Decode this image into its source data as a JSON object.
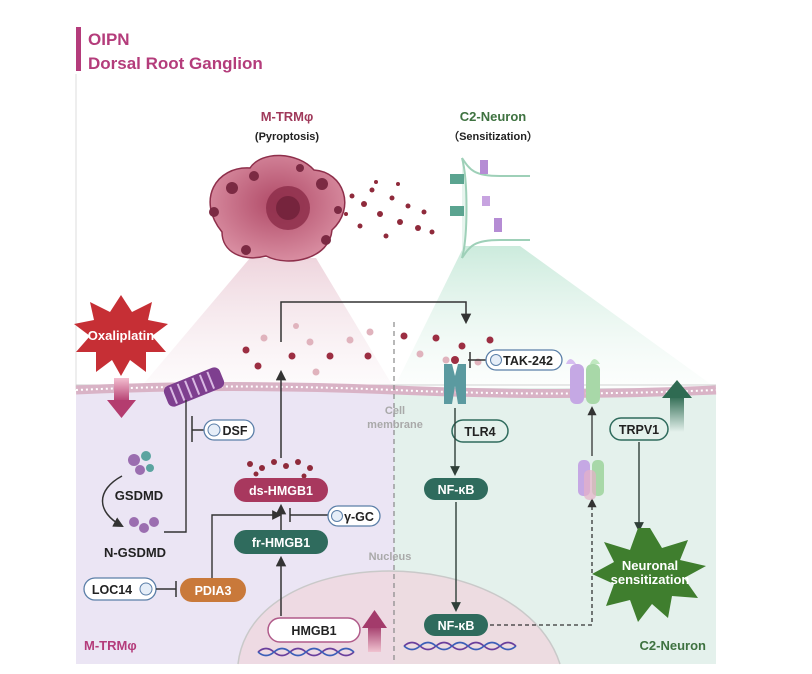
{
  "header": {
    "line1": "OIPN",
    "line2": "Dorsal Root Ganglion"
  },
  "top": {
    "left_title": "M-TRMφ",
    "left_subtitle": "(Pyroptosis)",
    "right_title": "C2-Neuron",
    "right_subtitle": "（Sensitization）"
  },
  "left_panel": {
    "trigger": "Oxaliplatin",
    "gsdmd": "GSDMD",
    "n_gsdmd": "N-GSDMD",
    "dsf": "DSF",
    "ds_hmgb1": "ds-HMGB1",
    "fr_hmgb1": "fr-HMGB1",
    "gamma_gc": "γ-GC",
    "loc14": "LOC14",
    "pdia3": "PDIA3",
    "hmgb1": "HMGB1",
    "corner_label": "M-TRMφ"
  },
  "center": {
    "cell_membrane_line1": "Cell",
    "cell_membrane_line2": "membrane",
    "nucleus": "Nucleus"
  },
  "right_panel": {
    "tak242": "TAK-242",
    "tlr4": "TLR4",
    "nfkb_top": "NF-κB",
    "nfkb_bottom": "NF-κB",
    "trpv1": "TRPV1",
    "sensitization_line1": "Neuronal",
    "sensitization_line2": "sensitization",
    "corner_label": "C2-Neuron"
  },
  "colors": {
    "title": "#b43c7b",
    "left_bg": "#ebe5f4",
    "right_bg": "#e4f1ec",
    "hmgb1_pill": "#a8385e",
    "nfkb_pill": "#2f6b5d",
    "pdia3_pill": "#c9793a",
    "neuron_text": "#3e7240",
    "sensitization_star": "#3f7e2e",
    "oxaliplatin_star": "#c62f35"
  }
}
